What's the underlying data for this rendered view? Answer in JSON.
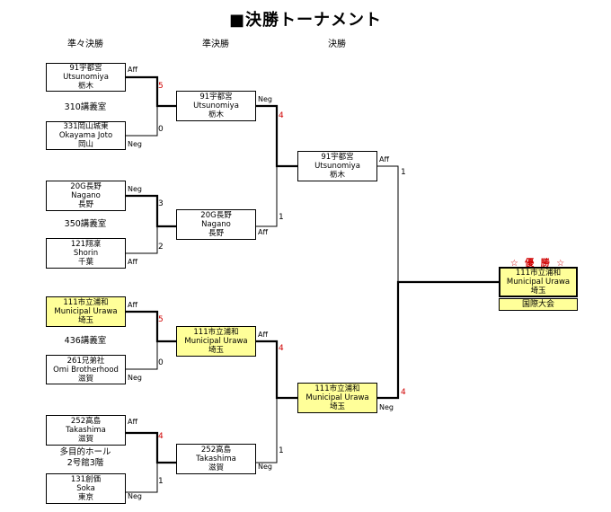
{
  "title": "■決勝トーナメント",
  "headers": {
    "qf": "準々決勝",
    "sf": "準決勝",
    "final": "決勝"
  },
  "qf": {
    "m1": {
      "top": {
        "l1": "91宇都宮",
        "l2": "Utsunomiya",
        "l3": "栃木",
        "side": "Aff",
        "score": "5"
      },
      "bottom": {
        "l1": "331岡山城東",
        "l2": "Okayama Joto",
        "l3": "岡山",
        "side": "Neg",
        "score": "0"
      },
      "room": "310講義室"
    },
    "m2": {
      "top": {
        "l1": "20G長野",
        "l2": "Nagano",
        "l3": "長野",
        "side": "Neg",
        "score": "3"
      },
      "bottom": {
        "l1": "121翔凜",
        "l2": "Shorin",
        "l3": "千葉",
        "side": "Aff",
        "score": "2"
      },
      "room": "350講義室"
    },
    "m3": {
      "top": {
        "l1": "111市立浦和",
        "l2": "Municipal Urawa",
        "l3": "埼玉",
        "side": "Aff",
        "score": "5"
      },
      "bottom": {
        "l1": "261兄弟社",
        "l2": "Omi Brotherhood",
        "l3": "滋賀",
        "side": "Neg",
        "score": "0"
      },
      "room": "436講義室"
    },
    "m4": {
      "top": {
        "l1": "252高島",
        "l2": "Takashima",
        "l3": "滋賀",
        "side": "Aff",
        "score": "4"
      },
      "bottom": {
        "l1": "131創価",
        "l2": "Soka",
        "l3": "東京",
        "side": "Neg",
        "score": "1"
      },
      "room_l1": "多目的ホール",
      "room_l2": "2号館3階"
    }
  },
  "sf": {
    "m1": {
      "top": {
        "l1": "91宇都宮",
        "l2": "Utsunomiya",
        "l3": "栃木",
        "side": "Neg",
        "score": "4"
      },
      "bottom": {
        "l1": "20G長野",
        "l2": "Nagano",
        "l3": "長野",
        "side": "Aff",
        "score": "1"
      }
    },
    "m2": {
      "top": {
        "l1": "111市立浦和",
        "l2": "Municipal Urawa",
        "l3": "埼玉",
        "side": "Aff",
        "score": "4"
      },
      "bottom": {
        "l1": "252高島",
        "l2": "Takashima",
        "l3": "滋賀",
        "side": "Neg",
        "score": "1"
      }
    }
  },
  "final": {
    "top": {
      "l1": "91宇都宮",
      "l2": "Utsunomiya",
      "l3": "栃木",
      "side": "Aff",
      "score": "1"
    },
    "bottom": {
      "l1": "111市立浦和",
      "l2": "Municipal Urawa",
      "l3": "埼玉",
      "side": "Neg",
      "score": "4"
    }
  },
  "champion": {
    "label": "☆ 優 勝 ☆",
    "l1": "111市立浦和",
    "l2": "Municipal Urawa",
    "l3": "埼玉",
    "venue": "国際大会"
  },
  "colors": {
    "winner_fill": "#ffff99",
    "winning_score": "#d00000",
    "line": "#000000"
  }
}
